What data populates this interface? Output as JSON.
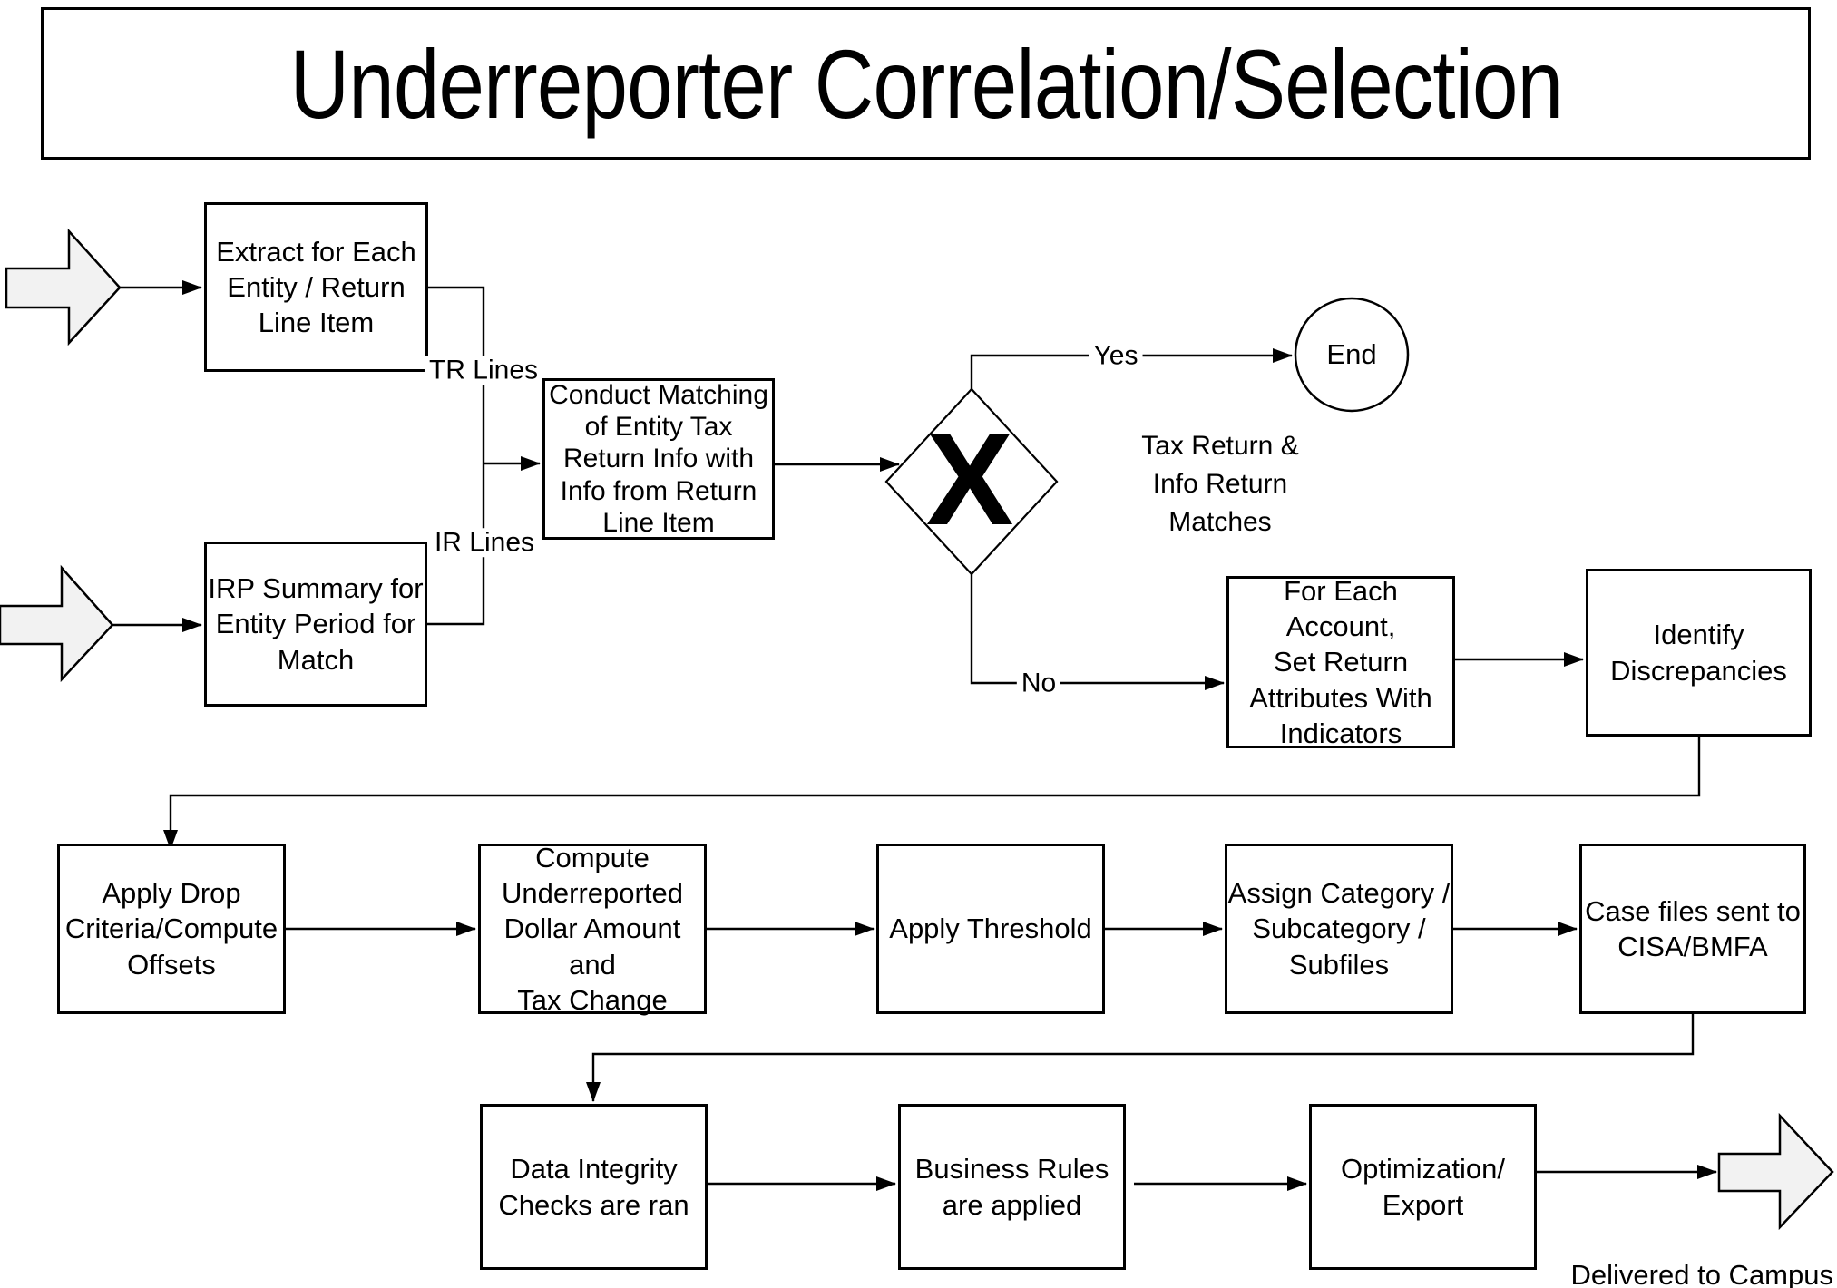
{
  "title": "Underreporter Correlation/Selection",
  "nodes": {
    "extract": {
      "label": "Extract for Each\nEntity / Return\nLine Item"
    },
    "irp": {
      "label": "IRP Summary for\nEntity Period for\nMatch"
    },
    "conduct": {
      "label": "Conduct Matching\nof Entity Tax\nReturn Info with\nInfo from Return\nLine Item"
    },
    "decision": {
      "label": "X"
    },
    "end": {
      "label": "End"
    },
    "foreach": {
      "label": "For Each Account,\nSet Return\nAttributes With\nIndicators"
    },
    "identify": {
      "label": "Identify\nDiscrepancies"
    },
    "applydrop": {
      "label": "Apply Drop\nCriteria/Compute\nOffsets"
    },
    "compute": {
      "label": "Compute\nUnderreported\nDollar Amount and\nTax Change"
    },
    "threshold": {
      "label": "Apply Threshold"
    },
    "assign": {
      "label": "Assign Category /\nSubcategory /\nSubfiles"
    },
    "casefiles": {
      "label": "Case files sent to\nCISA/BMFA"
    },
    "dataintegrity": {
      "label": "Data Integrity\nChecks are ran"
    },
    "busrules": {
      "label": "Business Rules\nare applied"
    },
    "optimization": {
      "label": "Optimization/\nExport"
    }
  },
  "edge_labels": {
    "tr_lines": "TR Lines",
    "ir_lines": "IR Lines",
    "yes": "Yes",
    "no": "No"
  },
  "annotations": {
    "match_note": "Tax Return &\nInfo Return\nMatches",
    "delivered": "Delivered to Campus"
  },
  "colors": {
    "line": "#000000",
    "box_fill": "#ffffff",
    "block_arrow_fill": "#f2f2f2",
    "text": "#000000",
    "background": "#ffffff"
  }
}
